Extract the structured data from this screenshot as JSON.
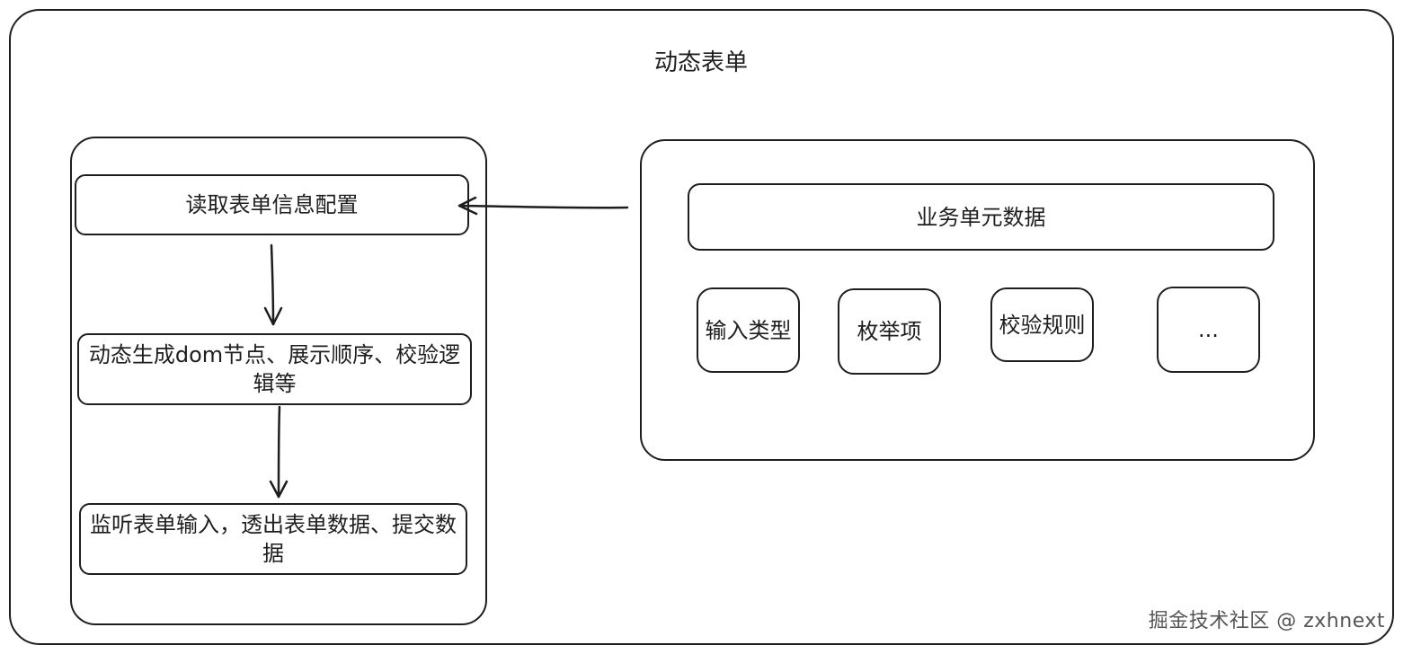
{
  "title": "动态表单",
  "flow_steps": {
    "read_config": "读取表单信息配置",
    "generate_dom": "动态生成dom节点、展示顺序、校验逻辑等",
    "listen_input": "监听表单输入，透出表单数据、提交数据"
  },
  "business_data": {
    "label": "业务单元数据",
    "attributes": {
      "input_type": "输入类型",
      "enumeration": "枚举项",
      "validation_rules": "校验规则",
      "more": "..."
    }
  },
  "watermark": "掘金技术社区 @ zxhnext",
  "colors": {
    "stroke": "#1e1e1e",
    "background": "#ffffff"
  }
}
